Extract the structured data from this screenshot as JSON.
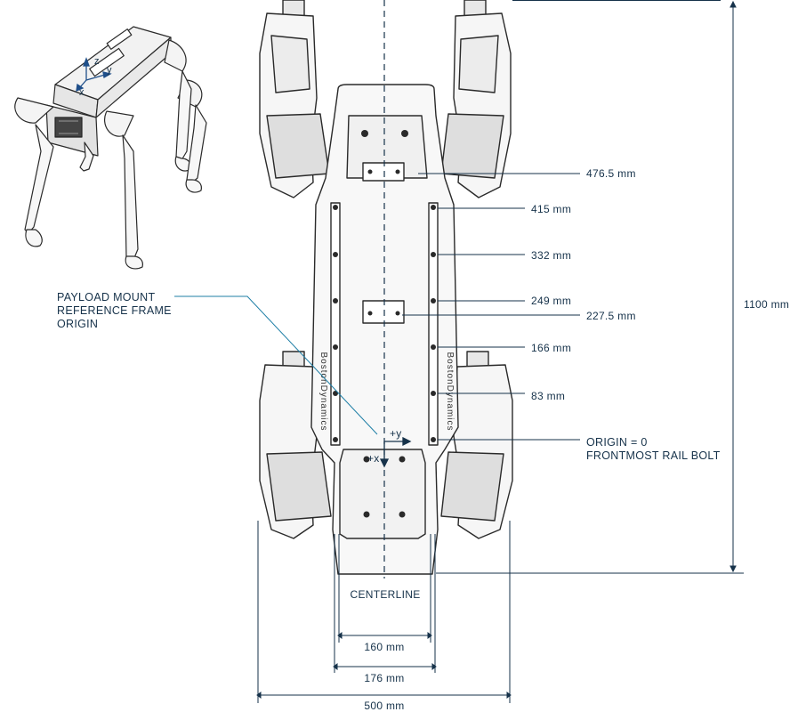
{
  "figure": {
    "axes_inset": {
      "z": "z",
      "y": "y",
      "x": "x"
    },
    "payload_frame": {
      "line1": "PAYLOAD MOUNT",
      "line2": "REFERENCE FRAME",
      "line3": "ORIGIN",
      "plus_y": "+y",
      "plus_x": "+x"
    },
    "origin": {
      "line1": "ORIGIN = 0",
      "line2": "FRONTMOST RAIL BOLT"
    },
    "rail_offsets": [
      "476.5 mm",
      "415 mm",
      "332 mm",
      "249 mm",
      "227.5 mm",
      "166 mm",
      "83 mm"
    ],
    "overall_length": "1100 mm",
    "centerline": "CENTERLINE",
    "widths": [
      "160 mm",
      "176 mm",
      "500 mm"
    ]
  },
  "colors": {
    "ink": "#16324a",
    "leader": "#1f7fa6",
    "stroke": "#2a2a2a",
    "fill": "#f4f4f4"
  }
}
